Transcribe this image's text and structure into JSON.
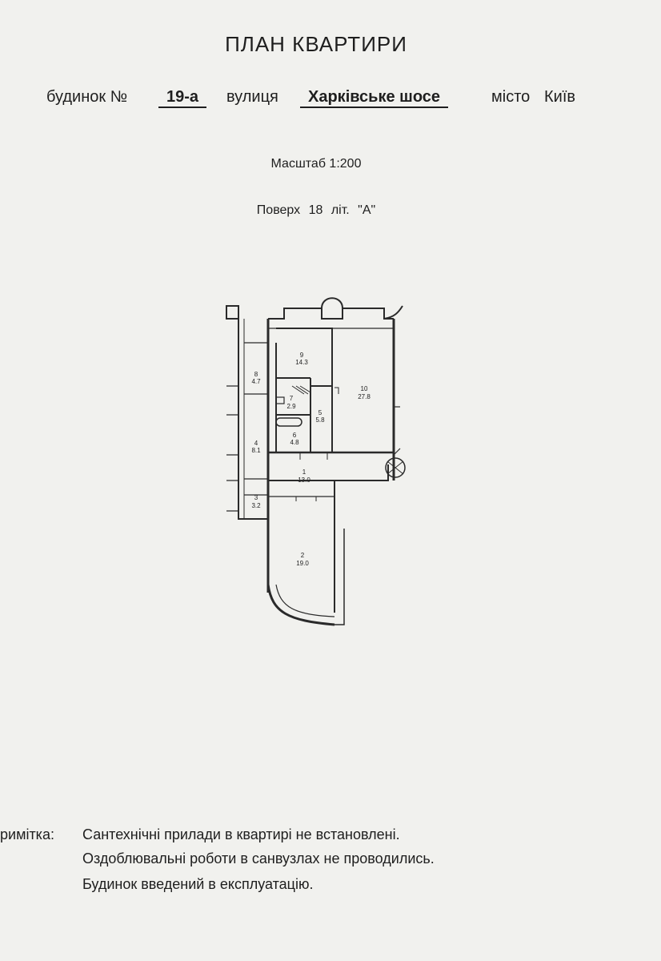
{
  "title": "ПЛАН КВАРТИРИ",
  "address": {
    "house_label": "будинок №",
    "house_number": "19-а",
    "street_label": "вулиця",
    "street": "Харківське шосе",
    "city_label": "місто",
    "city": "Київ"
  },
  "scale": "Масштаб 1:200",
  "floor_line": "Поверх  18  літ.  \"А\"",
  "rooms": [
    {
      "no": "1",
      "area": "13.0"
    },
    {
      "no": "2",
      "area": "19.0"
    },
    {
      "no": "3",
      "area": "3.2"
    },
    {
      "no": "4",
      "area": "8.1"
    },
    {
      "no": "5",
      "area": "5.8"
    },
    {
      "no": "6",
      "area": "4.8"
    },
    {
      "no": "7",
      "area": "2.9"
    },
    {
      "no": "8",
      "area": "4.7"
    },
    {
      "no": "9",
      "area": "14.3"
    },
    {
      "no": "10",
      "area": "27.8"
    }
  ],
  "note": {
    "label": "римітка:",
    "lines": [
      "Сантехнічні прилади в квартирі не встановлені.",
      "Оздоблювальні роботи в санвузлах не проводились.",
      "Будинок введений в експлуатацію."
    ]
  }
}
